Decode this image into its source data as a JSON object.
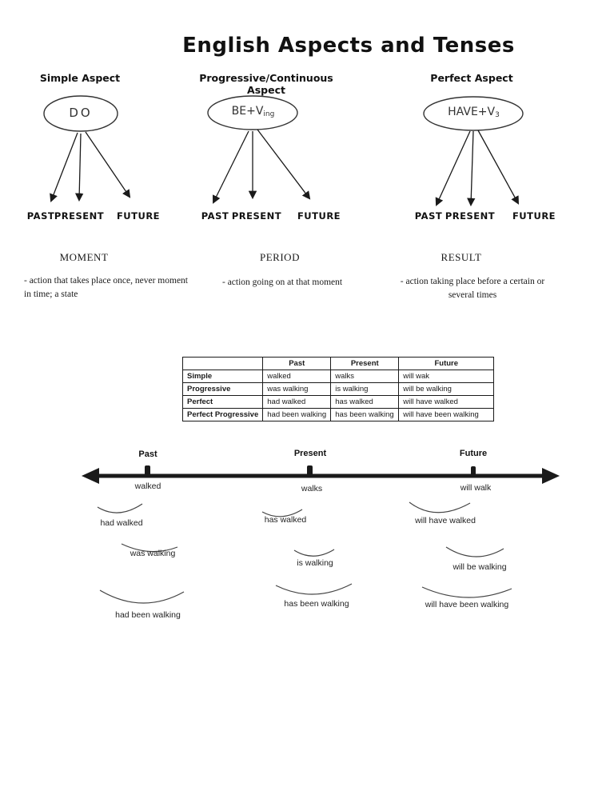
{
  "title": "English Aspects and Tenses",
  "aspects": [
    {
      "heading": "Simple Aspect",
      "formula": {
        "main": "DO",
        "sub": ""
      },
      "targets": [
        "PAST",
        "PRESENT",
        "FUTURE"
      ],
      "concept": "MOMENT",
      "description": "- action that takes place once, never moment in time; a state"
    },
    {
      "heading": "Progressive/Continuous Aspect",
      "formula": {
        "main": "BE+V",
        "sub": "ing"
      },
      "targets": [
        "PAST",
        "PRESENT",
        "FUTURE"
      ],
      "concept": "PERIOD",
      "description": "- action going on at that moment"
    },
    {
      "heading": "Perfect Aspect",
      "formula": {
        "main": "HAVE+V",
        "sub": "3"
      },
      "targets": [
        "PAST",
        "PRESENT",
        "FUTURE"
      ],
      "concept": "RESULT",
      "description": "- action taking place before a certain or several times"
    }
  ],
  "table": {
    "headers": [
      "",
      "Past",
      "Present",
      "Future"
    ],
    "rows": [
      {
        "label": "Simple",
        "cells": [
          "walked",
          "walks",
          "will wak"
        ]
      },
      {
        "label": "Progressive",
        "cells": [
          "was walking",
          "is walking",
          "will be walking"
        ]
      },
      {
        "label": "Perfect",
        "cells": [
          "had walked",
          "has walked",
          "will have walked"
        ]
      },
      {
        "label": "Perfect Progressive",
        "cells": [
          "had been walking",
          "has been walking",
          "will have been walking"
        ]
      }
    ]
  },
  "timeline": {
    "points": [
      {
        "label": "Past",
        "form": "walked"
      },
      {
        "label": "Present",
        "form": "walks"
      },
      {
        "label": "Future",
        "form": "will walk"
      }
    ],
    "arcs": [
      {
        "label": "had walked"
      },
      {
        "label": "has walked"
      },
      {
        "label": "will have walked"
      },
      {
        "label": "was walking"
      },
      {
        "label": "is walking"
      },
      {
        "label": "will be walking"
      },
      {
        "label": "had been walking"
      },
      {
        "label": "has been walking"
      },
      {
        "label": "will have been walking"
      }
    ]
  },
  "colors": {
    "ink": "#1a1a1a",
    "line": "#333333"
  }
}
